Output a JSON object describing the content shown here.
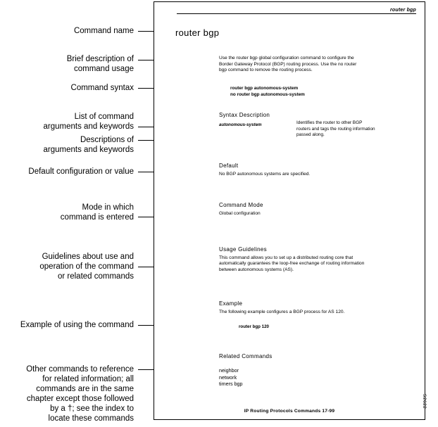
{
  "figure": {
    "id_label": "S2622"
  },
  "annotations": [
    {
      "name": "command-name",
      "text": "Command name"
    },
    {
      "name": "brief-description",
      "text": "Brief description of\ncommand usage"
    },
    {
      "name": "command-syntax",
      "text": "Command syntax"
    },
    {
      "name": "argument-list",
      "text": "List of command\narguments and keywords"
    },
    {
      "name": "argument-descriptions",
      "text": "Descriptions of\narguments and keywords"
    },
    {
      "name": "default-value",
      "text": "Default configuration or value"
    },
    {
      "name": "command-mode",
      "text": "Mode in which\ncommand is entered"
    },
    {
      "name": "usage-guidelines",
      "text": "Guidelines about use and\noperation of the command\nor related commands"
    },
    {
      "name": "example",
      "text": "Example of using the command"
    },
    {
      "name": "related-commands",
      "text": "Other commands to reference\nfor related information; all\ncommands are in the same\nchapter except those followed\nby a †; see the index to\nlocate these commands"
    }
  ],
  "page": {
    "header": "router bgp",
    "command_title": "router bgp",
    "description": "Use the router bgp global configuration command to configure the\nBorder Gateway Protocol (BGP) routing process. Use the no router\nbgp command to remove the routing process.",
    "syntax_lines": [
      "router bgp autonomous-system",
      "no router bgp autonomous-system"
    ],
    "syntax_description": {
      "heading": "Syntax Description",
      "argument": "autonomous-system",
      "definition": "Identifies the router to other BGP\nrouters and tags the routing information\npassed along."
    },
    "default": {
      "heading": "Default",
      "body": "No BGP autonomous systems are specified."
    },
    "command_mode": {
      "heading": "Command Mode",
      "body": "Global configuration"
    },
    "usage_guidelines": {
      "heading": "Usage Guidelines",
      "body": "This command allows you to set up a distributed routing core that\nautomatically guarantees the loop-free exchange of routing information\nbetween autonomous systems (AS)."
    },
    "example": {
      "heading": "Example",
      "body": "The following example configures a BGP process for AS 120.",
      "command": "router bgp 120"
    },
    "related_commands": {
      "heading": "Related Commands",
      "items": [
        "neighbor",
        "network",
        "timers bgp"
      ]
    },
    "footer": "IP Routing Protocols Commands 17-99"
  }
}
